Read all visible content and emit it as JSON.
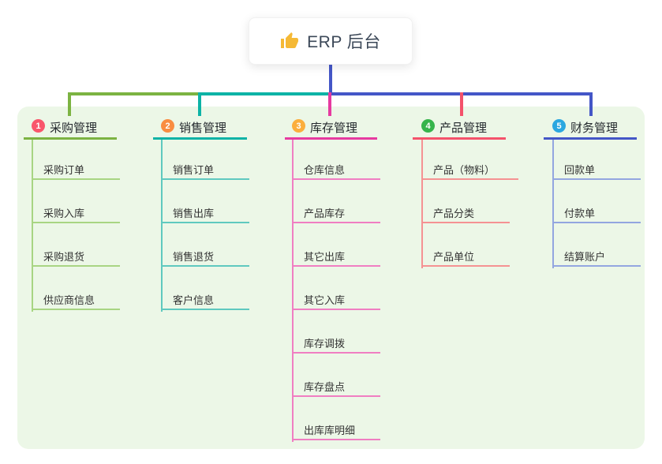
{
  "root": {
    "title": "ERP 后台",
    "icon": "thumbs-up-icon"
  },
  "branches": [
    {
      "badge": "1",
      "label": "采购管理",
      "items": [
        "采购订单",
        "采购入库",
        "采购退货",
        "供应商信息"
      ],
      "badge_color": "#f9566b",
      "line_color": "#7cb342",
      "sub_line_color": "#a8d583"
    },
    {
      "badge": "2",
      "label": "销售管理",
      "items": [
        "销售订单",
        "销售出库",
        "销售退货",
        "客户信息"
      ],
      "badge_color": "#f98d41",
      "line_color": "#0db3a6",
      "sub_line_color": "#5fc9bf"
    },
    {
      "badge": "3",
      "label": "库存管理",
      "items": [
        "仓库信息",
        "产品库存",
        "其它出库",
        "其它入库",
        "库存调拨",
        "库存盘点",
        "出库库明细"
      ],
      "badge_color": "#fbae3d",
      "line_color": "#e63aa0",
      "sub_line_color": "#f07ec2"
    },
    {
      "badge": "4",
      "label": "产品管理",
      "items": [
        "产品（物料）",
        "产品分类",
        "产品单位"
      ],
      "badge_color": "#36b44c",
      "line_color": "#f4526b",
      "sub_line_color": "#f59293"
    },
    {
      "badge": "5",
      "label": "财务管理",
      "items": [
        "回款单",
        "付款单",
        "结算账户"
      ],
      "badge_color": "#2ba7e0",
      "line_color": "#4456c7",
      "sub_line_color": "#93a6e0"
    }
  ],
  "colors": {
    "root_connector": "#4456c7",
    "panel_bg": "#ecf7e7",
    "title_text": "#3c4858",
    "label_text": "#24292e",
    "item_text": "#333333",
    "thumb": "#f5b935"
  }
}
